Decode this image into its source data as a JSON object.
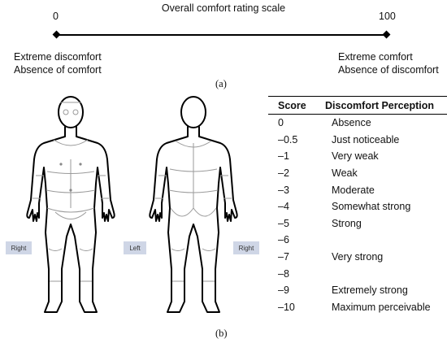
{
  "panel_a": {
    "title": "Overall comfort rating scale",
    "min_label": "0",
    "max_label": "100",
    "left_anchor_line1": "Extreme discomfort",
    "left_anchor_line2": "Absence of comfort",
    "right_anchor_line1": "Extreme comfort",
    "right_anchor_line2": "Absence of discomfort",
    "caption": "(a)"
  },
  "panel_b": {
    "front_side_label": "Right",
    "back_left_label": "Left",
    "back_right_label": "Right",
    "caption": "(b)"
  },
  "table": {
    "headers": [
      "Score",
      "Discomfort Perception"
    ],
    "rows": [
      {
        "score": "0",
        "perception": "Absence"
      },
      {
        "score": "–0.5",
        "perception": "Just noticeable"
      },
      {
        "score": "–1",
        "perception": "Very weak"
      },
      {
        "score": "–2",
        "perception": "Weak"
      },
      {
        "score": "–3",
        "perception": "Moderate"
      },
      {
        "score": "–4",
        "perception": "Somewhat strong"
      },
      {
        "score": "–5",
        "perception": "Strong"
      },
      {
        "score": "–6",
        "perception": ""
      },
      {
        "score": "–7",
        "perception": "Very strong"
      },
      {
        "score": "–8",
        "perception": ""
      },
      {
        "score": "–9",
        "perception": "Extremely strong"
      },
      {
        "score": "–10",
        "perception": "Maximum perceivable"
      }
    ]
  }
}
